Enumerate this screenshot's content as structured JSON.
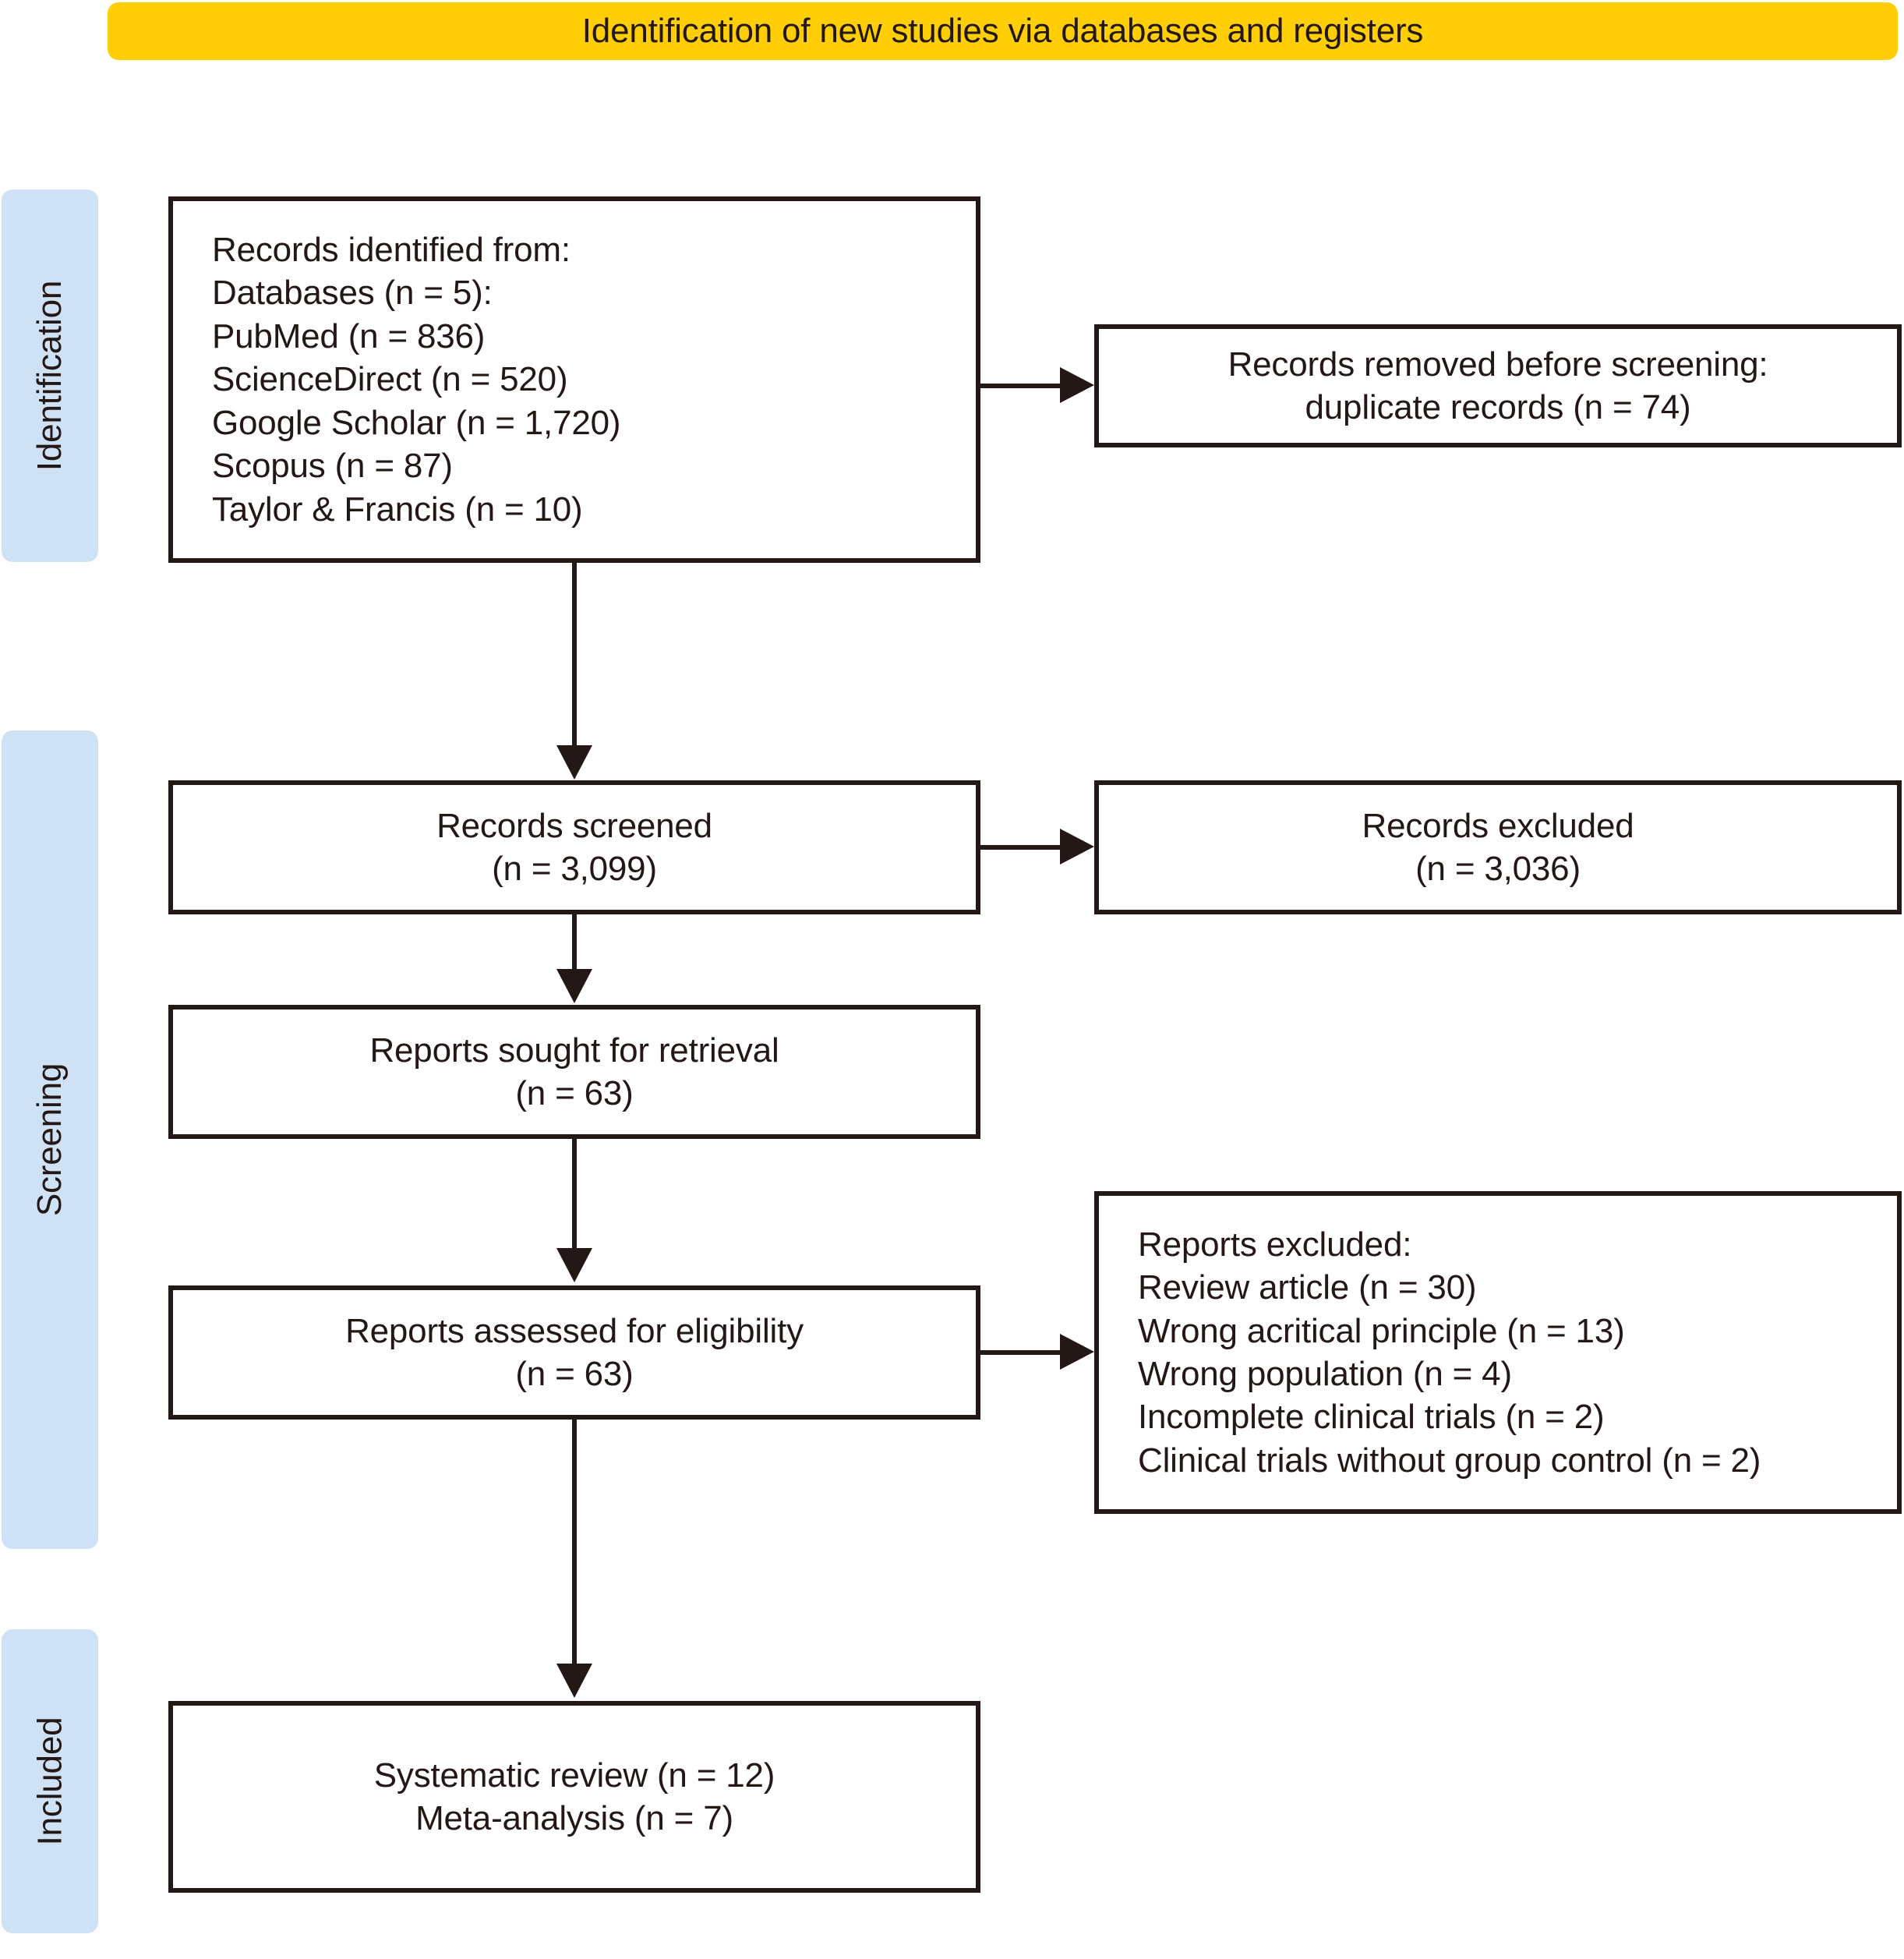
{
  "phase": {
    "banner_label": "Identification of new studies via databases and registers",
    "banner_color": "#FFCE07"
  },
  "stages": {
    "band_color": "#CFE2F5",
    "identification_label": "Identification",
    "screening_label": "Screening",
    "included_label": "Included"
  },
  "boxes": {
    "identified": {
      "lines": [
        "Records identified from:",
        "Databases (n = 5):",
        "PubMed (n = 836)",
        "ScienceDirect (n = 520)",
        "Google Scholar (n = 1,720)",
        "Scopus (n = 87)",
        "Taylor & Francis (n = 10)"
      ]
    },
    "removed": {
      "lines": [
        "Records removed before screening:",
        "duplicate records (n = 74)"
      ]
    },
    "screened": {
      "lines": [
        "Records screened",
        "(n = 3,099)"
      ]
    },
    "excluded": {
      "lines": [
        "Records excluded",
        "(n = 3,036)"
      ]
    },
    "sought": {
      "lines": [
        "Reports sought for retrieval",
        "(n = 63)"
      ]
    },
    "assessed": {
      "lines": [
        "Reports assessed for eligibility",
        "(n = 63)"
      ]
    },
    "reports_excluded": {
      "lines": [
        "Reports excluded:",
        "Review article (n = 30)",
        "Wrong acritical principle (n = 13)",
        "Wrong population (n = 4)",
        "Incomplete clinical trials (n = 2)",
        "Clinical trials without group control (n = 2)"
      ]
    },
    "included": {
      "lines": [
        "Systematic review (n = 12)",
        "Meta-analysis (n = 7)"
      ]
    }
  }
}
